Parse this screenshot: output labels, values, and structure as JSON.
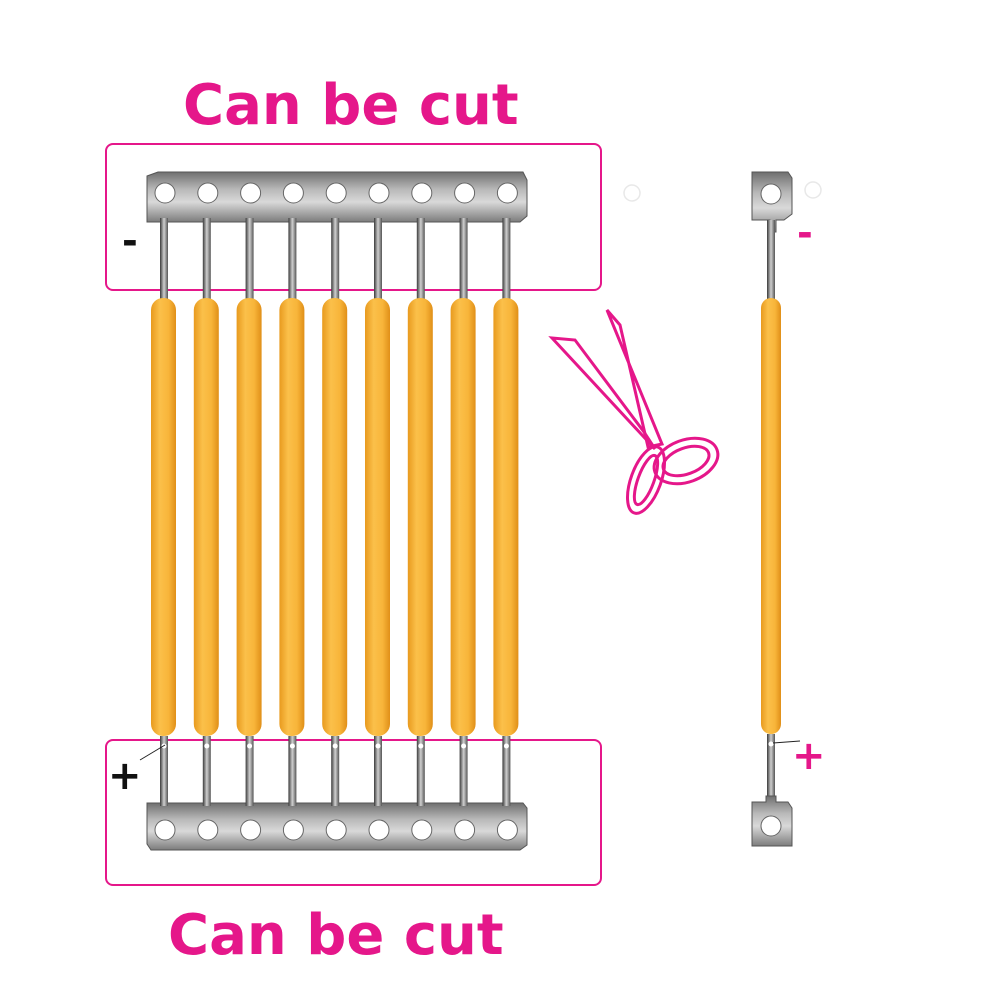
{
  "labels": {
    "top": "Can be cut",
    "bottom": "Can be cut"
  },
  "polarity": {
    "strip_negative": "-",
    "strip_positive": "+",
    "single_negative": "-",
    "single_positive": "+"
  },
  "colors": {
    "accent": "#e5178a",
    "filament": "#f7b13a",
    "metal": "#9a9a9a",
    "ink": "#111111"
  },
  "icons": {
    "scissors": "scissors-icon"
  },
  "strip": {
    "filament_count": 9
  }
}
